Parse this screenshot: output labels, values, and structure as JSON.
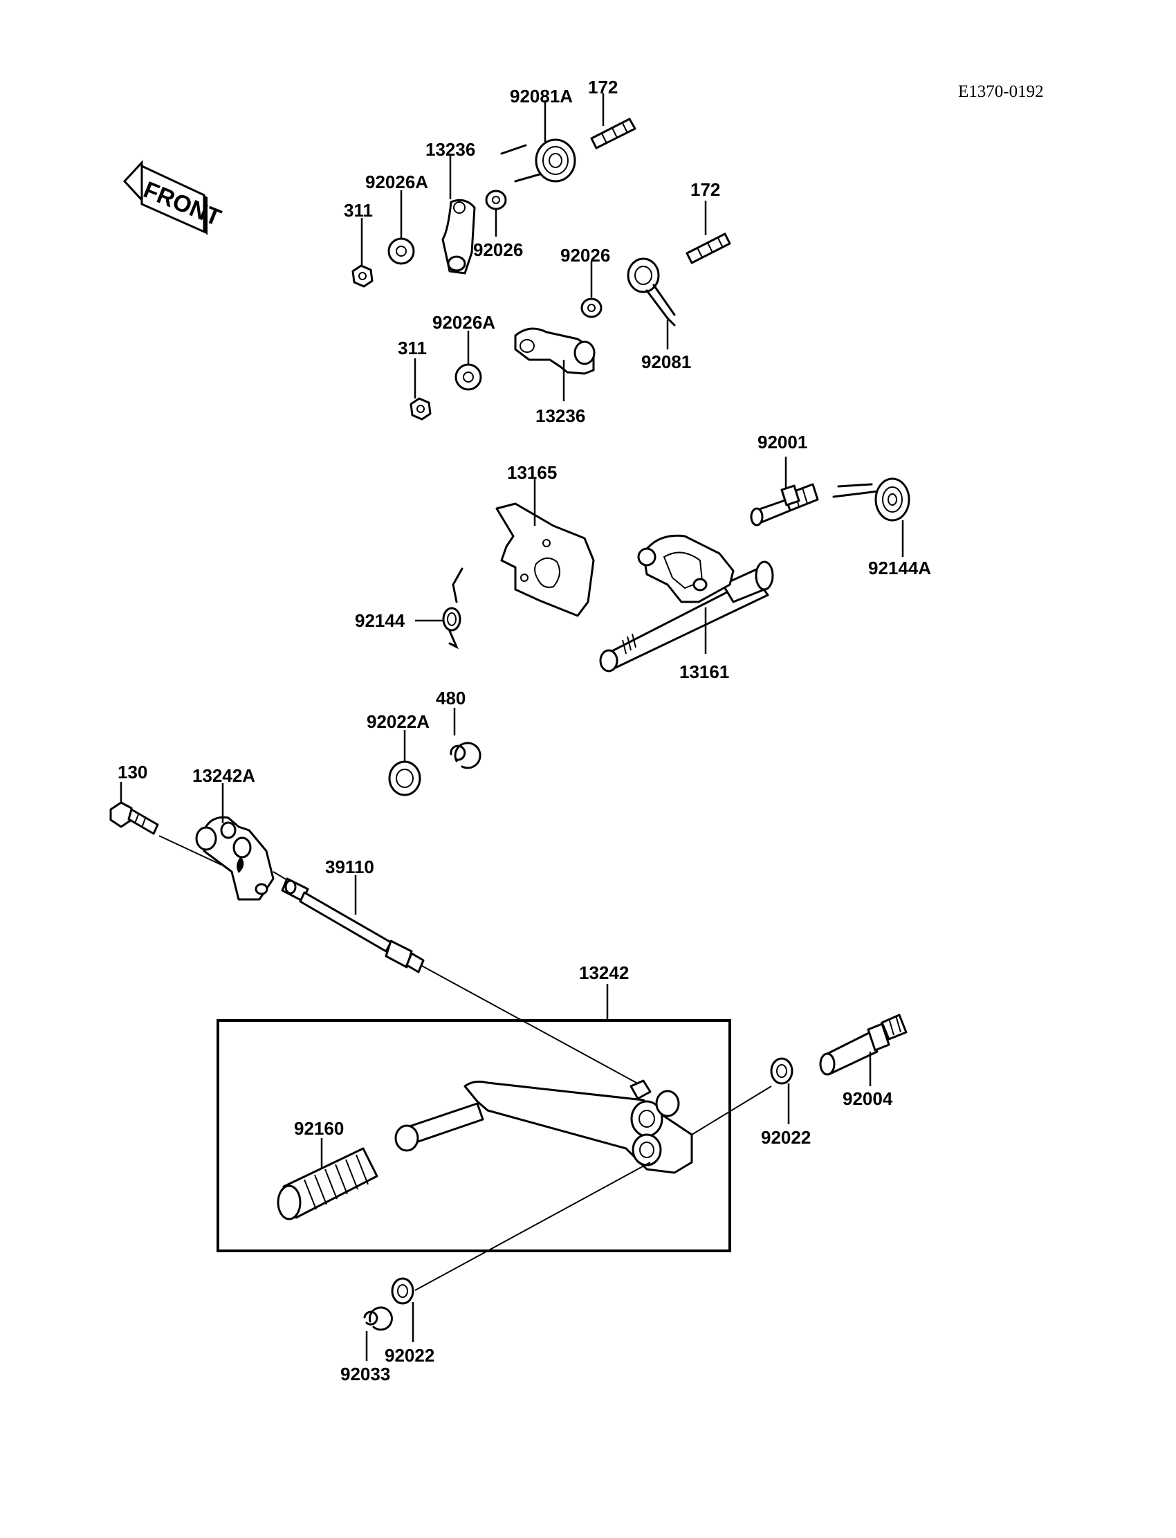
{
  "diagram_code": "E1370-0192",
  "front_label": "FRONT",
  "labels": {
    "p92081A": "92081A",
    "p172_top": "172",
    "p13236_top": "13236",
    "p92026A_top": "92026A",
    "p311_top": "311",
    "p92026_top": "92026",
    "p172_mid": "172",
    "p92026_mid": "92026",
    "p92081": "92081",
    "p92026A_bot": "92026A",
    "p311_bot": "311",
    "p13236_bot": "13236",
    "p92001": "92001",
    "p13165": "13165",
    "p92144A": "92144A",
    "p92144": "92144",
    "p13161": "13161",
    "p480": "480",
    "p92022A": "92022A",
    "p130": "130",
    "p13242A": "13242A",
    "p39110": "39110",
    "p13242": "13242",
    "p92160": "92160",
    "p92004": "92004",
    "p92022_right": "92022",
    "p92022_bottom": "92022",
    "p92033": "92033"
  }
}
